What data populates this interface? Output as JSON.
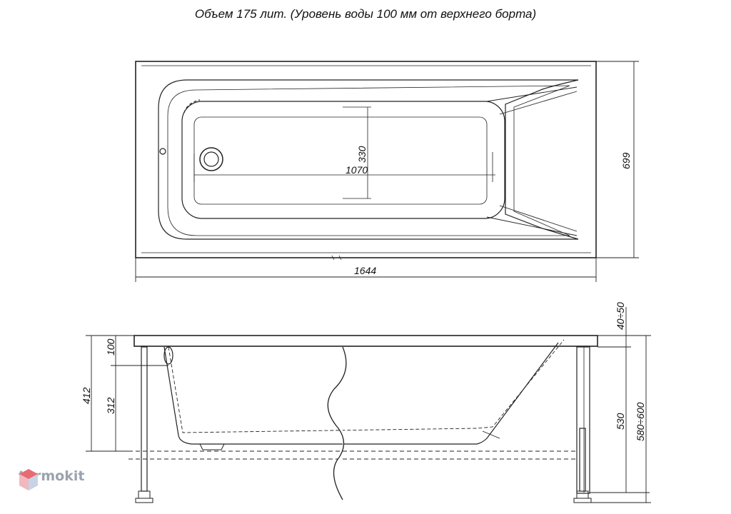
{
  "title": "Объем 175 лит. (Уровень воды 100 мм от верхнего борта)",
  "top_view": {
    "dim_length": "1644",
    "dim_width": "699",
    "dim_inner_length": "1070",
    "dim_inner_width": "330"
  },
  "side_view": {
    "dim_rim": "40÷50",
    "dim_water": "100",
    "dim_depth_total": "412",
    "dim_depth_water": "312",
    "dim_height_body": "530",
    "dim_height_total": "580÷600"
  },
  "logo": {
    "text": "termokit",
    "icon": "hexagon-cube-icon"
  }
}
